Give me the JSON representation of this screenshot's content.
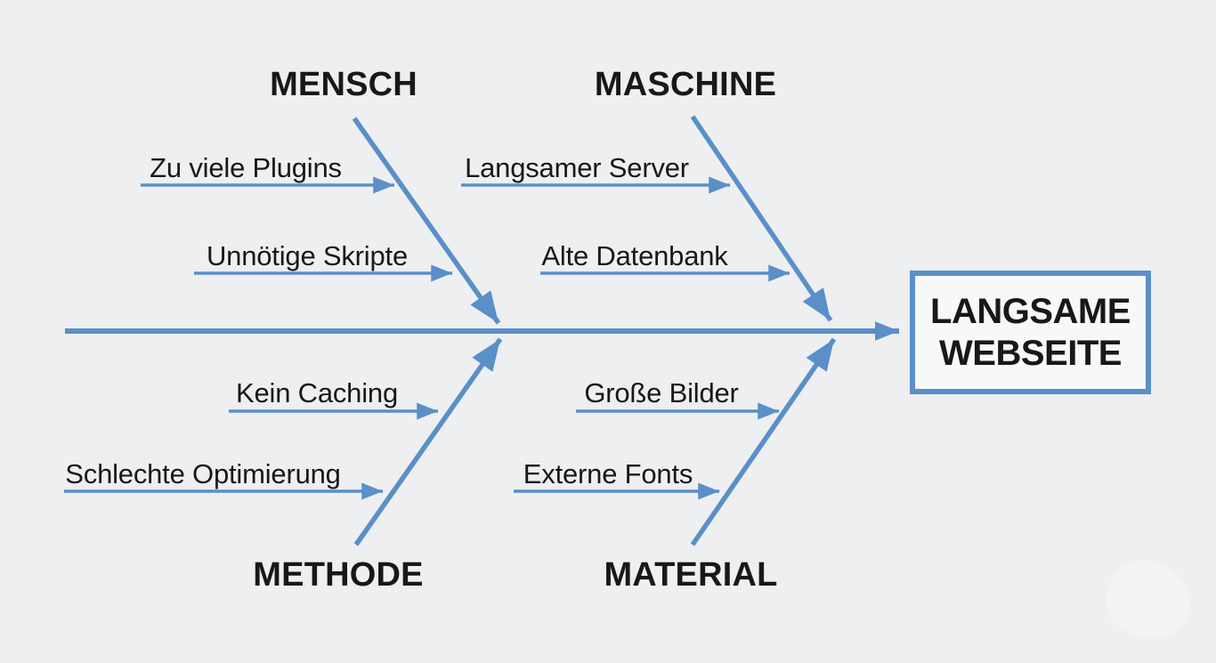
{
  "diagram": {
    "type": "fishbone-ishikawa",
    "effect": {
      "line1": "LANGSAME",
      "line2": "WEBSEITE"
    },
    "categories": [
      {
        "label": "MENSCH",
        "position": "top-left",
        "causes": [
          "Zu viele Plugins",
          "Unnötige Skripte"
        ]
      },
      {
        "label": "MASCHINE",
        "position": "top-right",
        "causes": [
          "Langsamer Server",
          "Alte Datenbank"
        ]
      },
      {
        "label": "METHODE",
        "position": "bottom-left",
        "causes": [
          "Kein Caching",
          "Schlechte Optimierung"
        ]
      },
      {
        "label": "MATERIAL",
        "position": "bottom-right",
        "causes": [
          "Große Bilder",
          "Externe Fonts"
        ]
      }
    ],
    "colors": {
      "arrow_blue": "#5a8fc8",
      "text_black": "#17181a",
      "background": "#edeff1",
      "box_fill": "#f7f8f9"
    }
  }
}
